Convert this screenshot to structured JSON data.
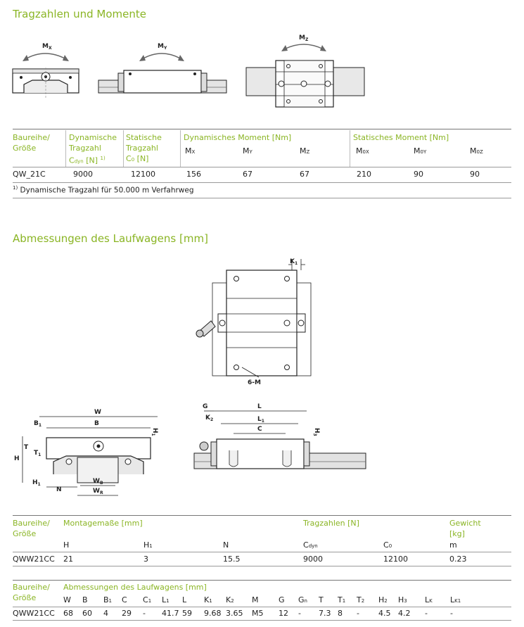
{
  "section1": {
    "title": "Tragzahlen und Momente",
    "fig_labels": {
      "mx": "M",
      "mx_sub": "X",
      "my": "M",
      "my_sub": "Y",
      "mz": "M",
      "mz_sub": "Z"
    },
    "headers": {
      "baureihe": [
        "Baureihe/",
        "Größe"
      ],
      "dyn": [
        "Dynamische",
        "Tragzahl"
      ],
      "dyn_unit": {
        "c": "C",
        "sub": "dyn",
        "unit": " [N] ",
        "sup": "1)"
      },
      "stat": [
        "Statische",
        "Tragzahl"
      ],
      "stat_unit": {
        "c": "C",
        "sub": "0",
        "unit": " [N]"
      },
      "dyn_moment": "Dynamisches Moment [Nm]",
      "stat_moment": "Statisches Moment [Nm]",
      "dyn_cols": [
        {
          "m": "M",
          "sub": "X"
        },
        {
          "m": "M",
          "sub": "Y"
        },
        {
          "m": "M",
          "sub": "Z"
        }
      ],
      "stat_cols": [
        {
          "m": "M",
          "sub": "0X"
        },
        {
          "m": "M",
          "sub": "0Y"
        },
        {
          "m": "M",
          "sub": "0Z"
        }
      ]
    },
    "row": {
      "name": "QW_21C",
      "cdyn": "9000",
      "c0": "12100",
      "mx": "156",
      "my": "67",
      "mz": "67",
      "m0x": "210",
      "m0y": "90",
      "m0z": "90"
    },
    "footnote_sup": "1)",
    "footnote": " Dynamische Tragzahl für 50.000 m Verfahrweg"
  },
  "section2": {
    "title": "Abmessungen des Laufwagens [mm]",
    "dim_labels": {
      "k1": "K",
      "k1_sub": "1",
      "six_m": "6-M",
      "w": "W",
      "b": "B",
      "b1": "B",
      "b1_sub": "1",
      "h1": "H",
      "h1_sub": "1",
      "h": "H",
      "t": "T",
      "t1": "T",
      "t1_sub": "1",
      "n": "N",
      "wb": "W",
      "wb_sub": "B",
      "wr": "W",
      "wr_sub": "R",
      "g": "G",
      "k2": "K",
      "k2_sub": "2",
      "l": "L",
      "l1": "L",
      "l1_sub": "1",
      "c": "C",
      "h3": "H",
      "h3_sub": "3"
    }
  },
  "table2": {
    "baureihe": [
      "Baureihe/",
      "Größe"
    ],
    "montage": "Montagemaße [mm]",
    "tragzahlen": "Tragzahlen [N]",
    "gewicht": [
      "Gewicht",
      "[kg]"
    ],
    "cols": [
      {
        "m": "H",
        "sub": ""
      },
      {
        "m": "H",
        "sub": "1"
      },
      {
        "m": "N",
        "sub": ""
      },
      {
        "m": "C",
        "sub": "dyn"
      },
      {
        "m": "C",
        "sub": "0"
      },
      {
        "m": "m",
        "sub": ""
      }
    ],
    "row": {
      "name": "QWW21CC",
      "values": [
        "21",
        "3",
        "15.5",
        "9000",
        "12100",
        "0.23"
      ]
    }
  },
  "table3": {
    "baureihe": [
      "Baureihe/",
      "Größe"
    ],
    "title": "Abmessungen des Laufwagens [mm]",
    "cols": [
      {
        "m": "W",
        "sub": ""
      },
      {
        "m": "B",
        "sub": ""
      },
      {
        "m": "B",
        "sub": "1"
      },
      {
        "m": "C",
        "sub": ""
      },
      {
        "m": "C",
        "sub": "1"
      },
      {
        "m": "L",
        "sub": "1"
      },
      {
        "m": "L",
        "sub": ""
      },
      {
        "m": "K",
        "sub": "1"
      },
      {
        "m": "K",
        "sub": "2"
      },
      {
        "m": "M",
        "sub": ""
      },
      {
        "m": "G",
        "sub": ""
      },
      {
        "m": "G",
        "sub": "n"
      },
      {
        "m": "T",
        "sub": ""
      },
      {
        "m": "T",
        "sub": "1"
      },
      {
        "m": "T",
        "sub": "2"
      },
      {
        "m": "H",
        "sub": "2"
      },
      {
        "m": "H",
        "sub": "3"
      },
      {
        "m": "L",
        "sub": "K"
      },
      {
        "m": "L",
        "sub": "K1"
      }
    ],
    "row": {
      "name": "QWW21CC",
      "values": [
        "68",
        "60",
        "4",
        "29",
        "-",
        "41.7",
        "59",
        "9.68",
        "3.65",
        "M5",
        "12",
        "-",
        "7.3",
        "8",
        "-",
        "4.5",
        "4.2",
        "-",
        "-"
      ]
    }
  }
}
